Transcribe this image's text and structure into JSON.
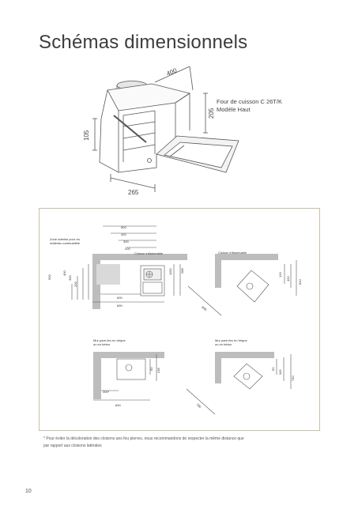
{
  "header": {
    "title": "Schémas dimensionnels"
  },
  "oven_caption": {
    "line1": "Four de cuisson C 26T/K",
    "line2": "Modèle Haut"
  },
  "oven_dims": {
    "d400": "400",
    "d205": "205",
    "d105": "105",
    "d265": "265"
  },
  "diagrams": {
    "d1": {
      "zone_label_1": "Zone admise pour du",
      "zone_label_2": "matériau combustible",
      "wall_label": "Cloison inflammable",
      "d500": "500",
      "d400": "400",
      "d300": "300",
      "d200": "200",
      "side_500": "500",
      "side_400": "400",
      "side_300": "300",
      "side_200": "200",
      "d1100": "1100",
      "d288": "288",
      "d600": "600",
      "d890": "890"
    },
    "d2": {
      "wall_label": "Cloison inflammable",
      "d120": "120",
      "d420": "420",
      "d810": "810",
      "d890": "890"
    },
    "d3": {
      "wall_label_1": "Mur pare-feu en brique",
      "wall_label_2": "ou en béton",
      "d50": "50",
      "d238": "238",
      "d300": "300*",
      "d690": "690"
    },
    "d4": {
      "wall_label_1": "Mur pare-feu en brique",
      "wall_label_2": "ou en béton",
      "d50": "50",
      "d345": "345",
      "d740": "740",
      "d780": "780"
    }
  },
  "footnote": {
    "line1": "* Pour éviter la décoloration des cloisons ans feu pierres, nous recommandons de respecter la même distance que",
    "line2": "par rapport aux cloisons latérales"
  },
  "page": {
    "number": "10"
  }
}
